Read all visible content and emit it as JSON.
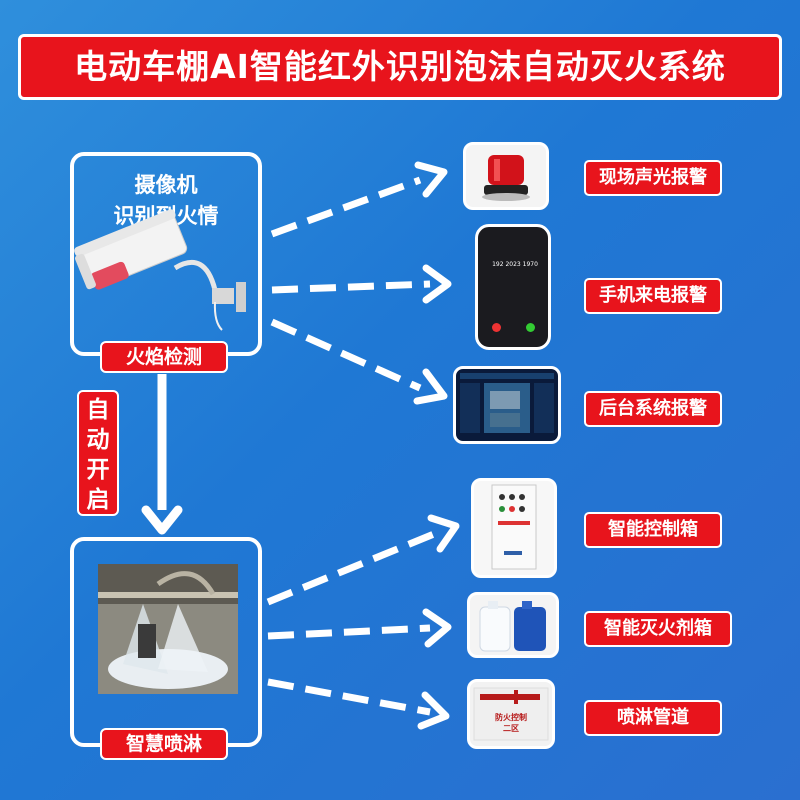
{
  "title": "电动车棚AI智能红外识别泡沫自动灭火系统",
  "camera": {
    "line1": "摄像机",
    "line2": "识别到火情",
    "tag": "火焰检测"
  },
  "auto_start": [
    "自",
    "动",
    "开",
    "启"
  ],
  "spray": {
    "tag": "智慧喷淋"
  },
  "alarms": [
    {
      "label": "现场声光报警",
      "icon": "strobe-light-icon"
    },
    {
      "label": "手机来电报警",
      "icon": "phone-call-icon"
    },
    {
      "label": "后台系统报警",
      "icon": "dashboard-icon"
    }
  ],
  "equipment": [
    {
      "label": "智能控制箱",
      "icon": "control-cabinet-icon"
    },
    {
      "label": "智能灭火剂箱",
      "icon": "agent-barrel-icon"
    },
    {
      "label": "喷淋管道",
      "icon": "pipe-icon"
    }
  ],
  "phone_number": "192 2023 1970",
  "sign_text": [
    "防火控制",
    "二区"
  ],
  "colors": {
    "background": "#1f78d4",
    "accent_red": "#e8141c",
    "white": "#ffffff"
  }
}
